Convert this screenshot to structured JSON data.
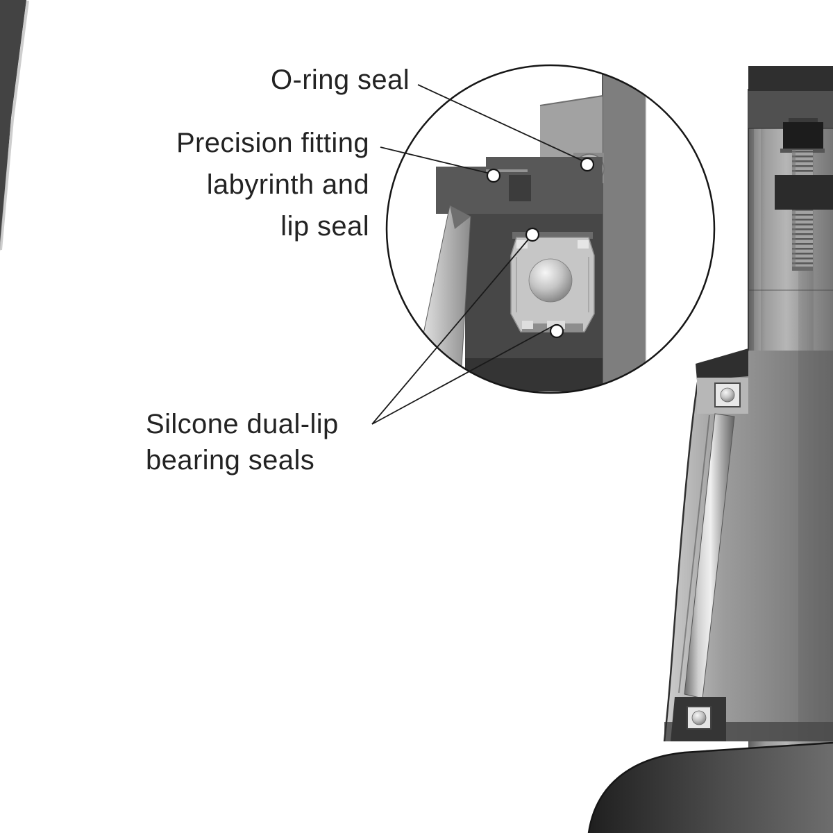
{
  "figure": {
    "background": "#ffffff",
    "line_color": "#1a1a1a",
    "text_color": "#232323",
    "labels": {
      "o_ring": "O-ring seal",
      "precision": [
        "Precision fitting",
        "labyrinth and",
        "lip seal"
      ],
      "silicone": [
        "Silcone dual-lip",
        "bearing seals"
      ]
    },
    "callouts": [
      {
        "name": "o-ring-seal-marker"
      },
      {
        "name": "labyrinth-lip-seal-marker"
      },
      {
        "name": "upper-bearing-seal-marker"
      },
      {
        "name": "lower-bearing-seal-marker"
      }
    ]
  }
}
